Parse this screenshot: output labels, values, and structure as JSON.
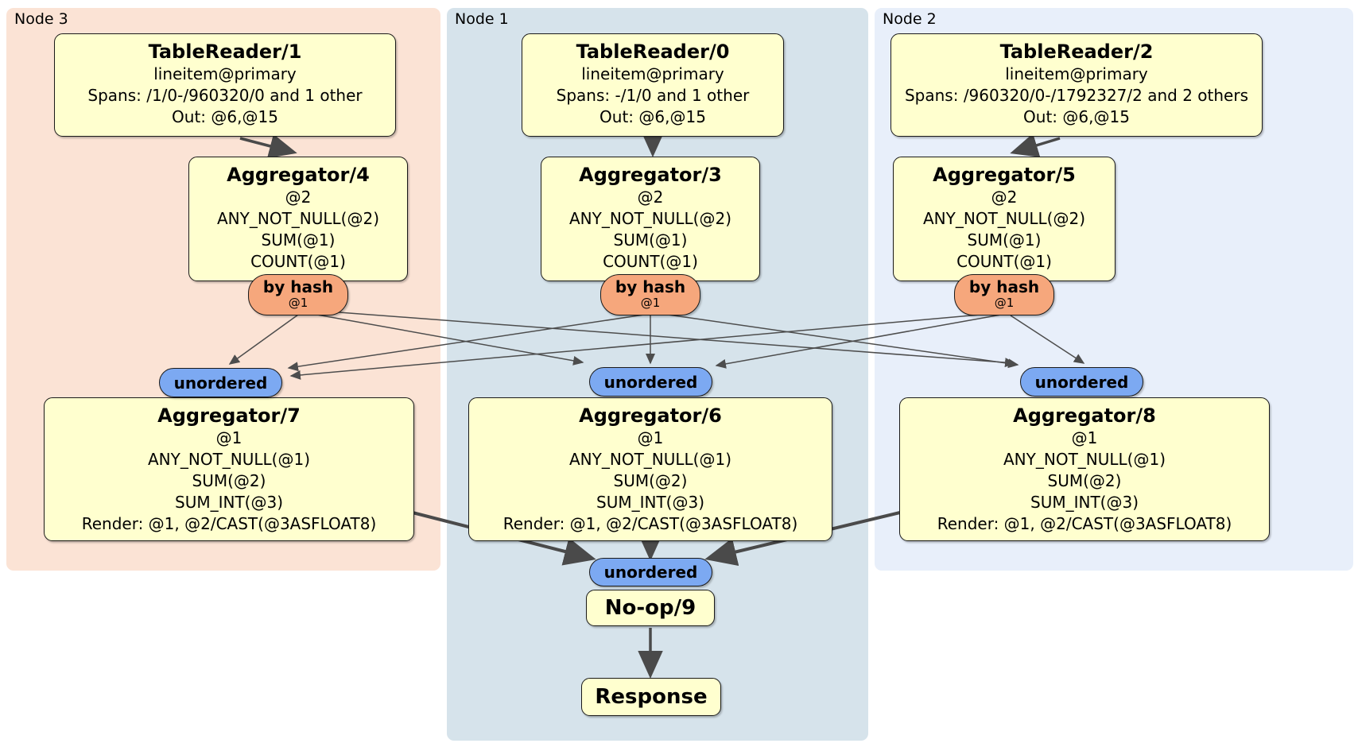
{
  "panels": {
    "node3": {
      "label": "Node 3"
    },
    "node1": {
      "label": "Node 1"
    },
    "node2": {
      "label": "Node 2"
    }
  },
  "boxes": {
    "tr1": {
      "title": "TableReader/1",
      "lines": [
        "lineitem@primary",
        "Spans: /1/0-/960320/0 and 1 other",
        "Out: @6,@15"
      ]
    },
    "tr0": {
      "title": "TableReader/0",
      "lines": [
        "lineitem@primary",
        "Spans: -/1/0 and 1 other",
        "Out: @6,@15"
      ]
    },
    "tr2": {
      "title": "TableReader/2",
      "lines": [
        "lineitem@primary",
        "Spans: /960320/0-/1792327/2 and 2 others",
        "Out: @6,@15"
      ]
    },
    "agg4": {
      "title": "Aggregator/4",
      "lines": [
        "@2",
        "ANY_NOT_NULL(@2)",
        "SUM(@1)",
        "COUNT(@1)"
      ]
    },
    "agg3": {
      "title": "Aggregator/3",
      "lines": [
        "@2",
        "ANY_NOT_NULL(@2)",
        "SUM(@1)",
        "COUNT(@1)"
      ]
    },
    "agg5": {
      "title": "Aggregator/5",
      "lines": [
        "@2",
        "ANY_NOT_NULL(@2)",
        "SUM(@1)",
        "COUNT(@1)"
      ]
    },
    "agg7": {
      "title": "Aggregator/7",
      "lines": [
        "@1",
        "ANY_NOT_NULL(@1)",
        "SUM(@2)",
        "SUM_INT(@3)",
        "Render: @1, @2/CAST(@3ASFLOAT8)"
      ]
    },
    "agg6": {
      "title": "Aggregator/6",
      "lines": [
        "@1",
        "ANY_NOT_NULL(@1)",
        "SUM(@2)",
        "SUM_INT(@3)",
        "Render: @1, @2/CAST(@3ASFLOAT8)"
      ]
    },
    "agg8": {
      "title": "Aggregator/8",
      "lines": [
        "@1",
        "ANY_NOT_NULL(@1)",
        "SUM(@2)",
        "SUM_INT(@3)",
        "Render: @1, @2/CAST(@3ASFLOAT8)"
      ]
    },
    "noop": {
      "title": "No-op/9"
    },
    "response": {
      "title": "Response"
    }
  },
  "routers": {
    "r4": {
      "label": "by hash",
      "detail": "@1"
    },
    "r3": {
      "label": "by hash",
      "detail": "@1"
    },
    "r5": {
      "label": "by hash",
      "detail": "@1"
    }
  },
  "streams": {
    "s7": {
      "label": "unordered"
    },
    "s6": {
      "label": "unordered"
    },
    "s8": {
      "label": "unordered"
    },
    "s9": {
      "label": "unordered"
    }
  },
  "colors": {
    "panel_node3": "#fbe3d5",
    "panel_node1": "#d6e3eb",
    "panel_node2": "#e8effa",
    "processor_fill": "#ffffcf",
    "router_fill": "#f6a77c",
    "stream_fill": "#7ca9f2",
    "edge": "#4a4a4a",
    "border": "#1a1a1a"
  }
}
